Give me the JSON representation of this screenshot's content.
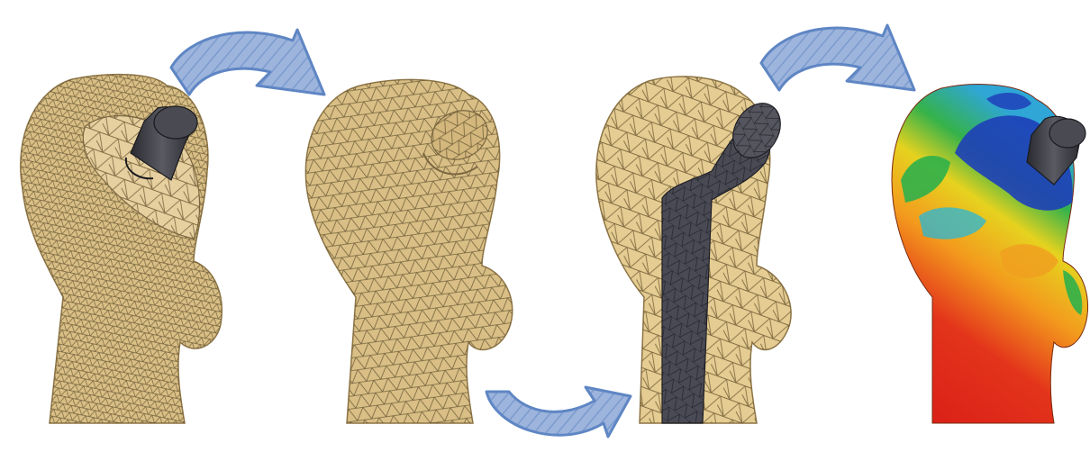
{
  "figure": {
    "stages": [
      {
        "id": "fine-mesh-with-implant",
        "icon": "bone-mesh-icon"
      },
      {
        "id": "coarse-mesh",
        "icon": "bone-mesh-icon"
      },
      {
        "id": "cross-section-mesh",
        "icon": "bone-section-icon"
      },
      {
        "id": "stress-colour-map",
        "icon": "stress-map-icon"
      }
    ],
    "arrows": [
      "arrow-right-icon",
      "arrow-right-icon",
      "arrow-right-icon"
    ],
    "colors": {
      "bone": "#d9bf85",
      "mesh_line": "#5a4a2a",
      "implant": "#3b3b40",
      "arrow_fill": "#9db4dc",
      "arrow_stroke": "#5f86c4",
      "stress_high": "#e3231b",
      "stress_mid": "#f0a020",
      "stress_low": "#1e3fb8",
      "stress_green": "#2fb04a",
      "stress_cyan": "#27b7d8"
    }
  }
}
